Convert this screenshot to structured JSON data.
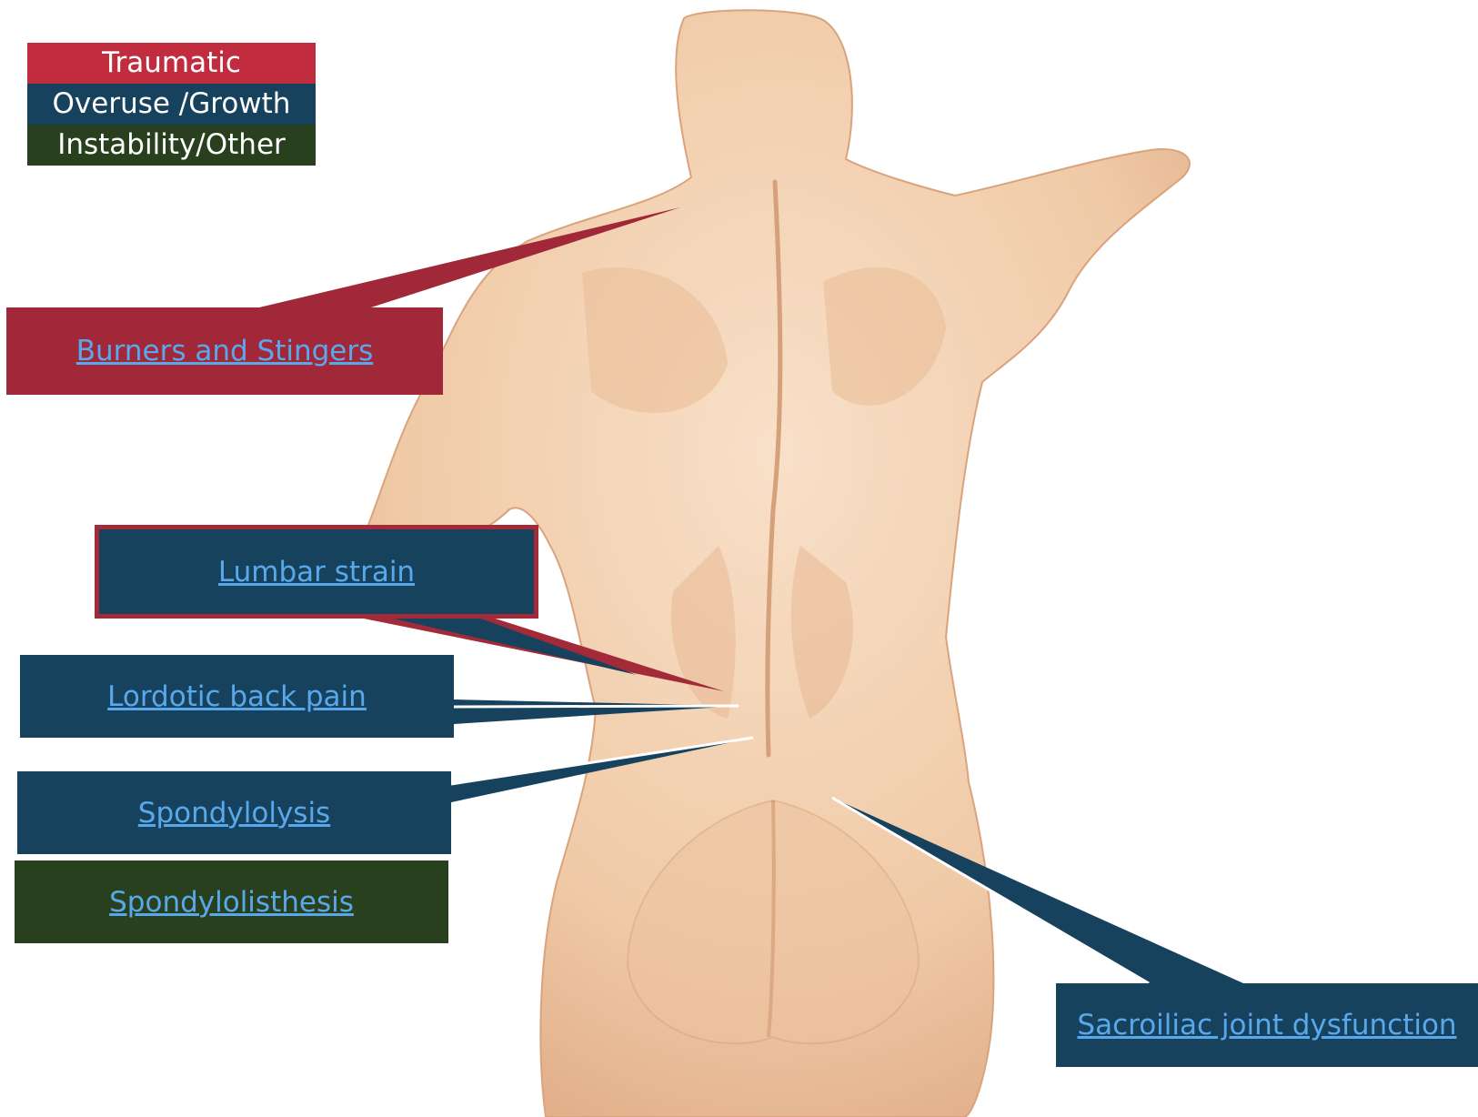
{
  "colors": {
    "traumatic": "#c12d3e",
    "overuse_growth": "#16425e",
    "instability_other": "#29401f",
    "link_text": "#5aa8ec",
    "skin_light": "#f6d9bf",
    "skin_shadow": "#dcaa84"
  },
  "legend": [
    {
      "label": "Traumatic",
      "color": "#c12d3e"
    },
    {
      "label": "Overuse /Growth",
      "color": "#16425e"
    },
    {
      "label": "Instability/Other",
      "color": "#29401f"
    }
  ],
  "labels": {
    "burners": {
      "text": "Burners and Stingers",
      "color": "#a02838"
    },
    "lumbar": {
      "text": "Lumbar strain",
      "color": "#16425e",
      "border_color": "#a32a38"
    },
    "lordotic": {
      "text": "Lordotic back pain",
      "color": "#16425e"
    },
    "spondylolysis": {
      "text": "Spondylolysis",
      "color": "#16425e"
    },
    "spondylolisthesis": {
      "text": "Spondylolisthesis",
      "color": "#29401f"
    },
    "sacroiliac": {
      "text": "Sacroiliac joint dysfunction",
      "color": "#16425e"
    }
  },
  "illustration": {
    "subject": "posterior view of male torso",
    "icon": "anatomy-back-illustration"
  }
}
